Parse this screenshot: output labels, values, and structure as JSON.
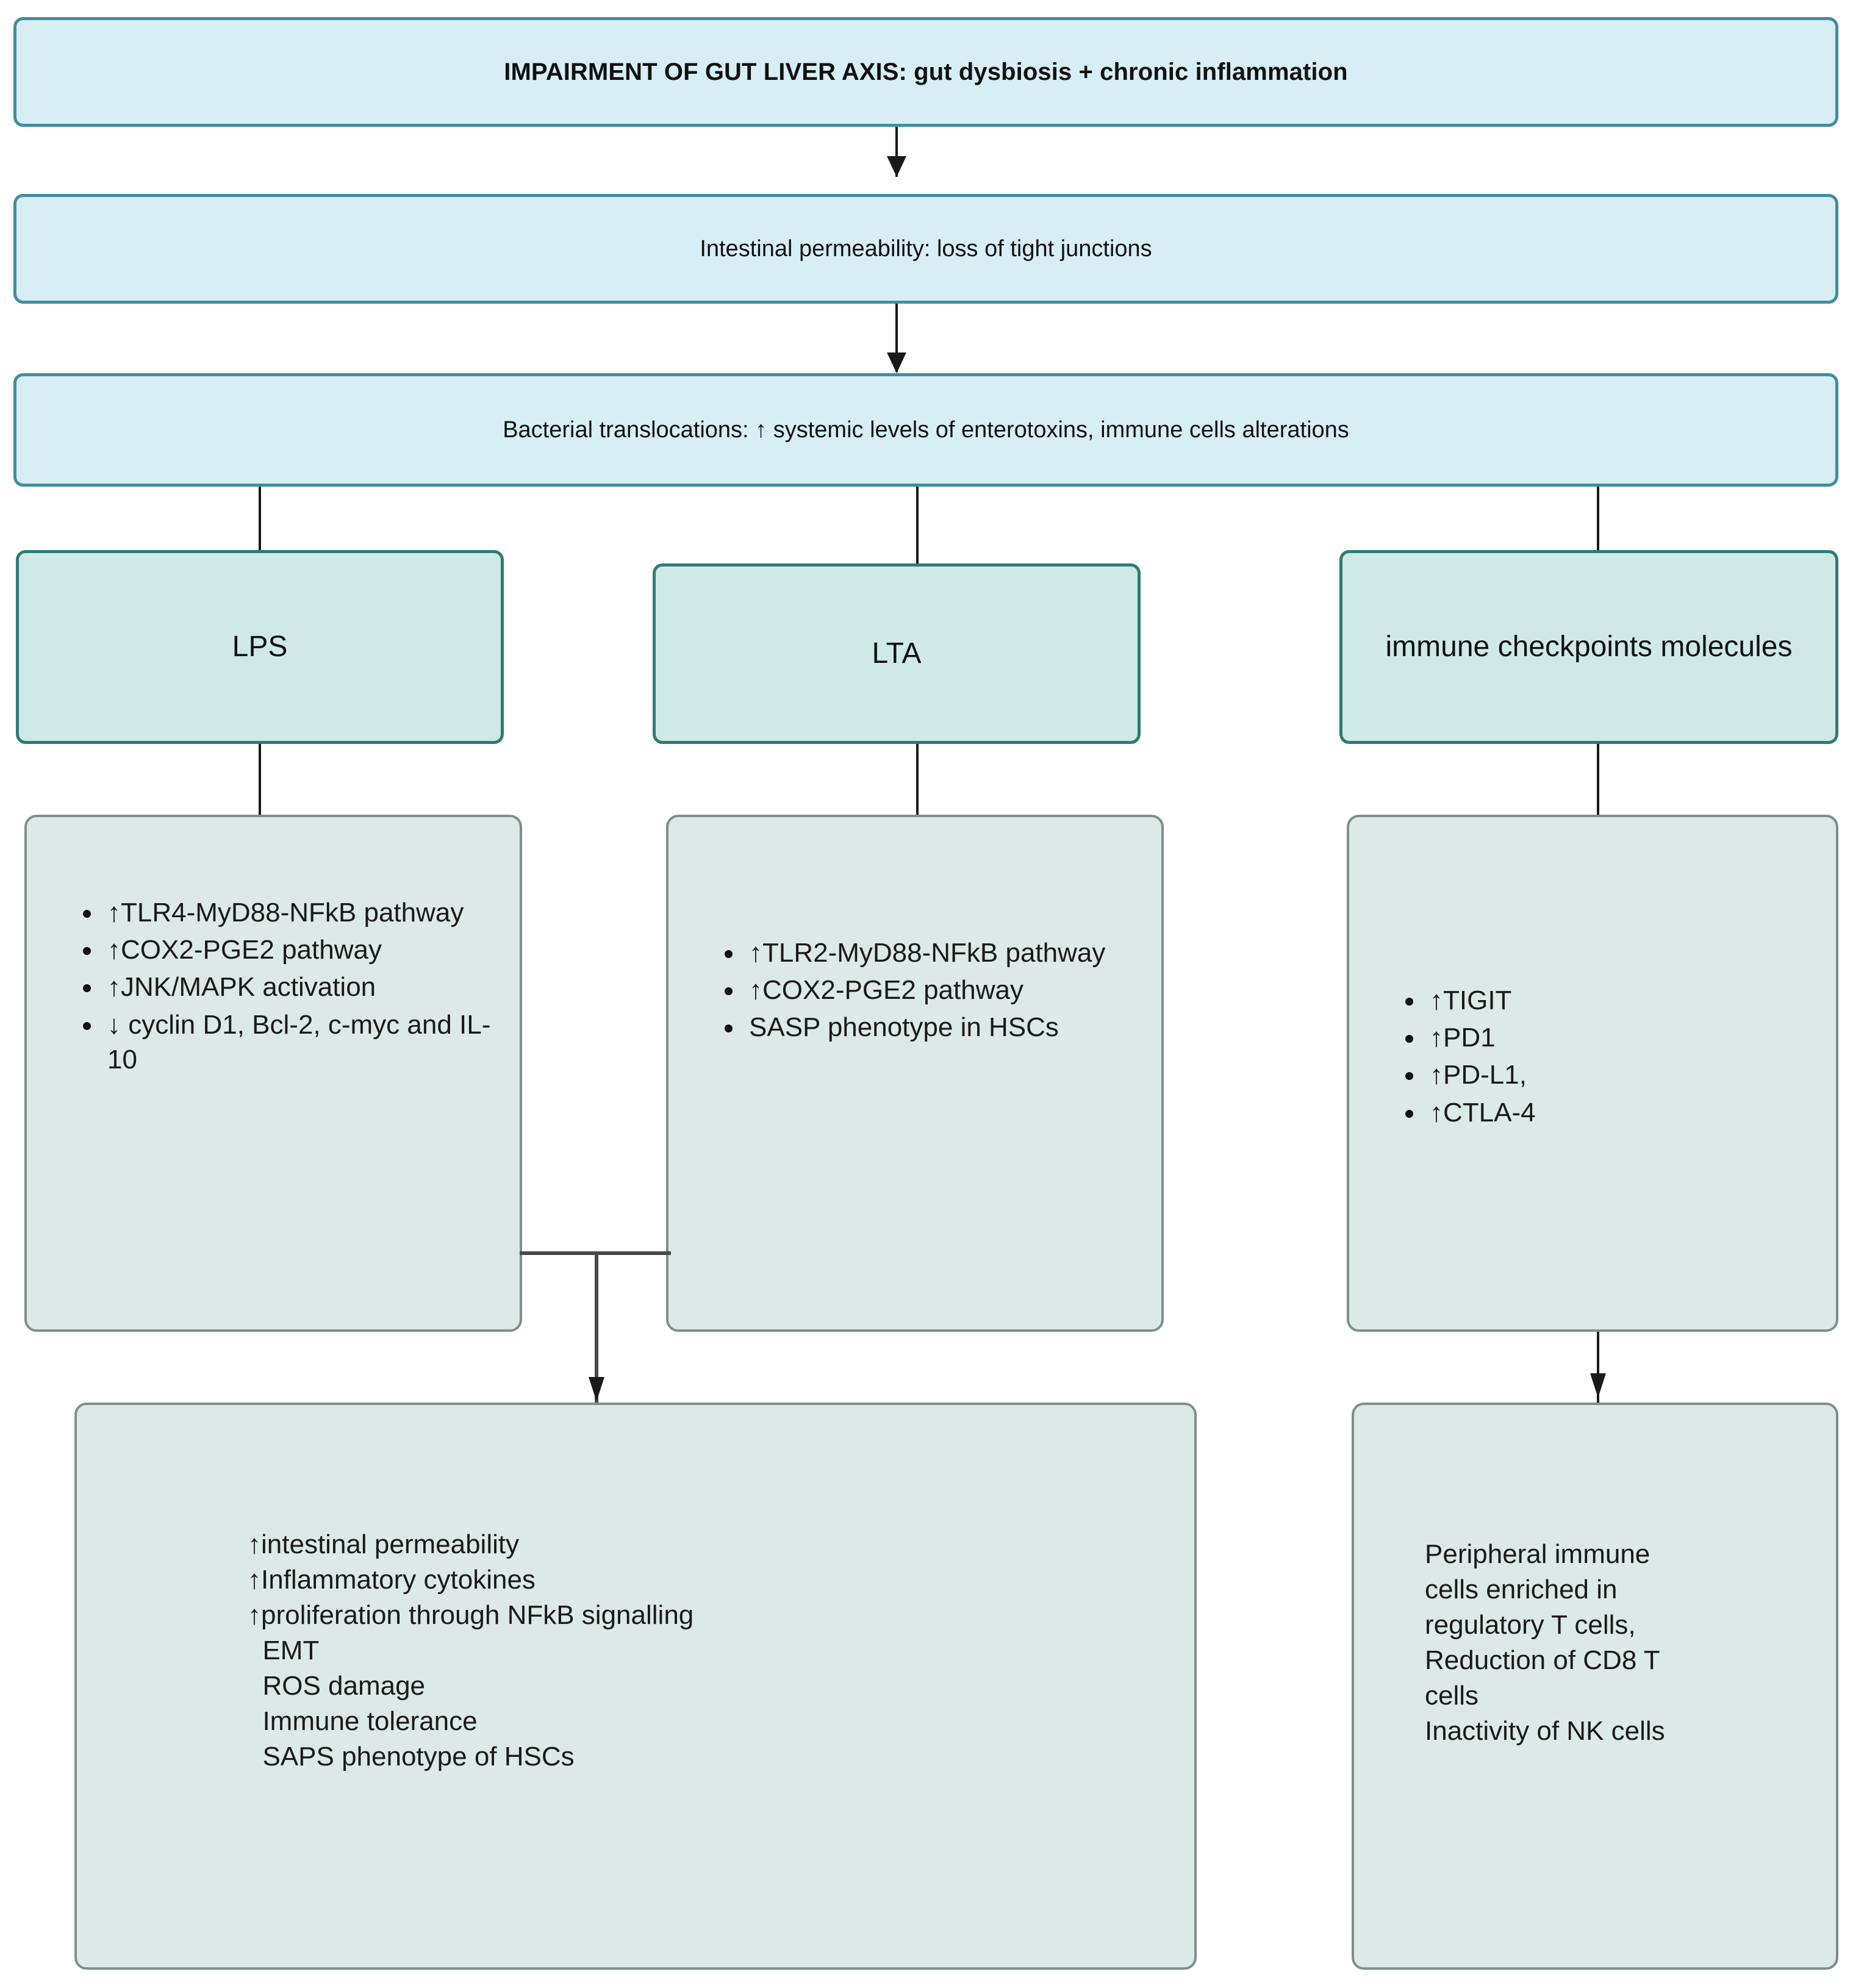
{
  "diagram": {
    "title_box": {
      "text": "IMPAIRMENT OF GUT LIVER AXIS: gut dysbiosis + chronic inflammation"
    },
    "step2_box": {
      "text": "Intestinal permeability: loss of tight junctions"
    },
    "step3_box": {
      "text": "Bacterial translocations: ↑ systemic levels of enterotoxins, immune cells alterations"
    },
    "branches": [
      {
        "id": "lps",
        "header": "LPS"
      },
      {
        "id": "lta",
        "header": "LTA"
      },
      {
        "id": "checkpoints",
        "header": "immune checkpoints molecules"
      }
    ],
    "lps_panel": {
      "bullets": [
        "↑TLR4-MyD88-NFkB pathway",
        "↑COX2-PGE2 pathway",
        "↑JNK/MAPK activation",
        "↓ cyclin D1, Bcl-2, c-myc and IL-10"
      ]
    },
    "lta_panel": {
      "bullets": [
        "↑TLR2-MyD88-NFkB pathway",
        "↑COX2-PGE2 pathway",
        "SASP phenotype in HSCs"
      ]
    },
    "checkpoints_panel": {
      "bullets": [
        "↑TIGIT",
        "↑PD1",
        "↑PD-L1,",
        "↑CTLA-4"
      ]
    },
    "outcome_left_panel": {
      "lines": [
        "↑intestinal permeability",
        "↑Inflammatory cytokines",
        "↑proliferation through NFkB signalling",
        "  EMT",
        "  ROS damage",
        "  Immune tolerance",
        "  SAPS phenotype of HSCs"
      ]
    },
    "outcome_right_panel": {
      "lines": [
        "Peripheral immune",
        "cells enriched in",
        "regulatory T cells,",
        "Reduction of CD8 T",
        "cells",
        "Inactivity of NK cells"
      ]
    },
    "colors": {
      "blue_fill": "#d7eef5",
      "blue_border": "#3f8fa0",
      "green_fill": "#cfeae6",
      "green_border": "#2e7c74",
      "panel_fill": "#dde9e6",
      "panel_border": "#7d8f8c",
      "connector": "#1a1a1a"
    }
  }
}
